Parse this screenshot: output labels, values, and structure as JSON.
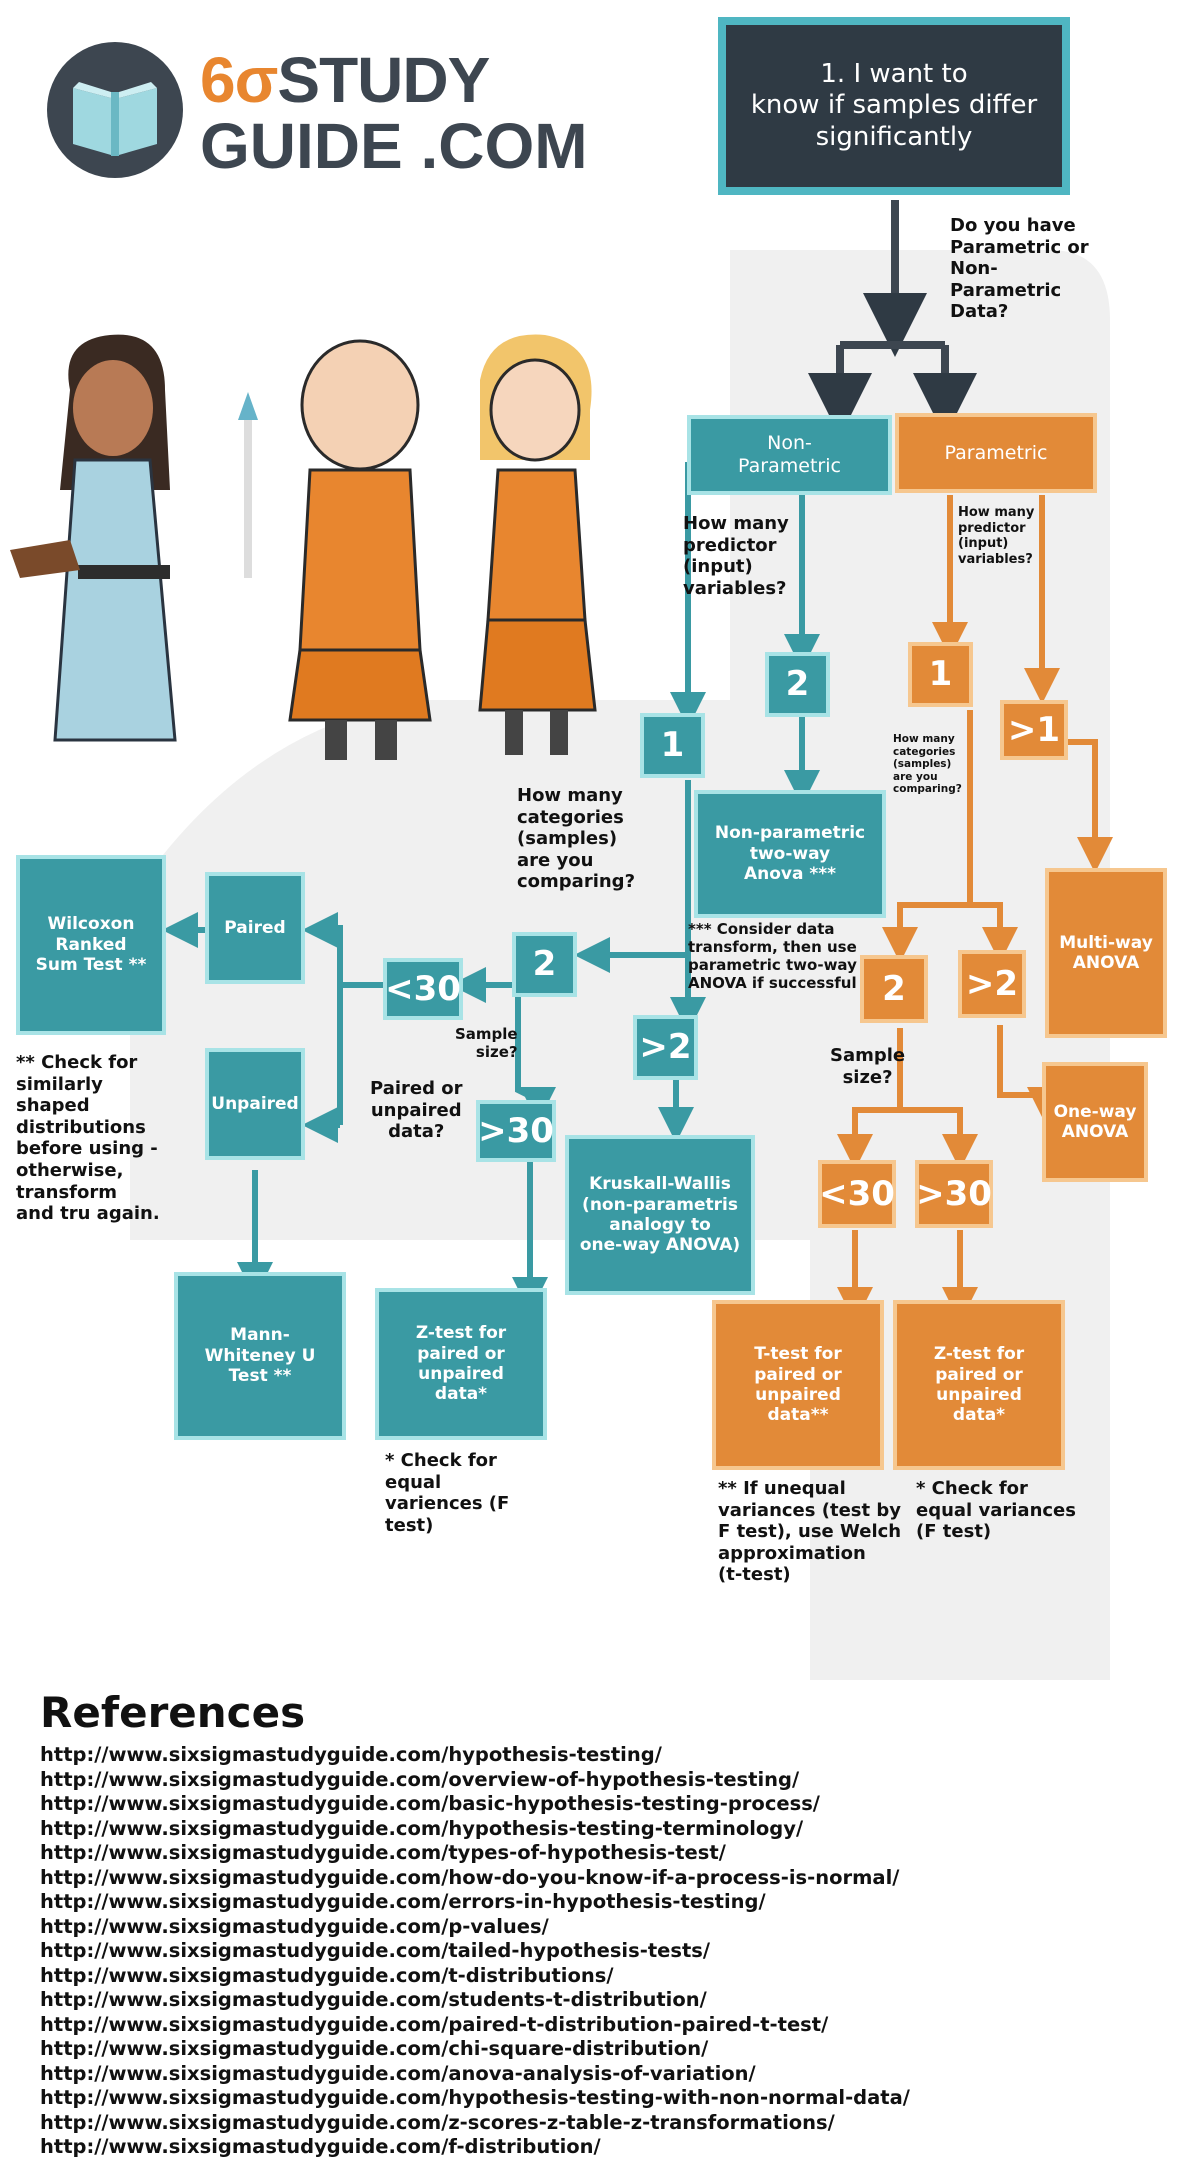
{
  "logo": {
    "brand_line1_prefix": "6σ",
    "brand_line1_rest": "STUDY",
    "brand_line2": "GUIDE .COM"
  },
  "start": {
    "text": "1. I want to\nknow if samples differ\nsignificantly"
  },
  "questions": {
    "data_type": "Do you have\nParametric or\nNon-\nParametric\nData?",
    "np_predictors": "How many\npredictor\n(input)\nvariables?",
    "p_predictors": "How many\npredictor\n(input)\nvariables?",
    "np_categories": "How many\ncategories\n(samples)\nare you\ncomparing?",
    "p_categories": "How many\ncategories\n(samples)\nare you\ncomparing?",
    "np_sample_size": "Sample\nsize?",
    "np_paired": "Paired or\nunpaired\ndata?",
    "p_sample_size": "Sample\nsize?"
  },
  "nodes": {
    "non_parametric": "Non-\nParametric",
    "parametric": "Parametric",
    "np_two": "2",
    "np_one": "1",
    "np_two_way": "Non-parametric\ntwo-way\nAnova ***",
    "np_cat_two": "2",
    "np_cat_more": ">2",
    "np_lt30": "<30",
    "np_gt30": ">30",
    "paired": "Paired",
    "unpaired": "Unpaired",
    "wilcoxon": "Wilcoxon\nRanked\nSum Test **",
    "mann_whitney": "Mann-\nWhiteney U\nTest **",
    "np_ztest": "Z-test for\npaired or\nunpaired\ndata*",
    "kruskal": "Kruskall-Wallis\n(non-parametris\nanalogy to\none-way ANOVA)",
    "p_one": "1",
    "p_more": ">1",
    "multiway": "Multi-way\nANOVA",
    "p_cat_two": "2",
    "p_cat_more": ">2",
    "oneway": "One-way\nANOVA",
    "p_lt30": "<30",
    "p_gt30": ">30",
    "ttest": "T-test for\npaired or\nunpaired\ndata**",
    "p_ztest": "Z-test for\npaired or\nunpaired\ndata*"
  },
  "notes": {
    "transform": "*** Consider data\ntransform, then use\nparametric two-way\nANOVA if successful",
    "similar_shape": "** Check for\nsimilarly\nshaped\ndistributions\nbefore using -\notherwise,\ntransform\nand tru again.",
    "np_variance": "* Check for\nequal\nvariences (F\ntest)",
    "welch": "** If unequal\nvariances (test by\nF test), use Welch\napproximation\n(t-test)",
    "p_variance": "* Check for\nequal variances\n(F test)"
  },
  "references": {
    "title": "References",
    "links": [
      "http://www.sixsigmastudyguide.com/hypothesis-testing/",
      "http://www.sixsigmastudyguide.com/overview-of-hypothesis-testing/",
      "http://www.sixsigmastudyguide.com/basic-hypothesis-testing-process/",
      "http://www.sixsigmastudyguide.com/hypothesis-testing-terminology/",
      "http://www.sixsigmastudyguide.com/types-of-hypothesis-test/",
      "http://www.sixsigmastudyguide.com/how-do-you-know-if-a-process-is-normal/",
      "http://www.sixsigmastudyguide.com/errors-in-hypothesis-testing/",
      "http://www.sixsigmastudyguide.com/p-values/",
      "http://www.sixsigmastudyguide.com/tailed-hypothesis-tests/",
      "http://www.sixsigmastudyguide.com/t-distributions/",
      "http://www.sixsigmastudyguide.com/students-t-distribution/",
      "http://www.sixsigmastudyguide.com/paired-t-distribution-paired-t-test/",
      "http://www.sixsigmastudyguide.com/chi-square-distribution/",
      "http://www.sixsigmastudyguide.com/anova-analysis-of-variation/",
      "http://www.sixsigmastudyguide.com/hypothesis-testing-with-non-normal-data/",
      "http://www.sixsigmastudyguide.com/z-scores-z-table-z-transformations/",
      "http://www.sixsigmastudyguide.com/f-distribution/"
    ]
  },
  "colors": {
    "teal": "#3a9aa3",
    "teal_border": "#a8e3e6",
    "orange": "#e28a38",
    "orange_border": "#f6c78f",
    "dark": "#2f3a44",
    "cyan_border": "#4fb6c2"
  }
}
